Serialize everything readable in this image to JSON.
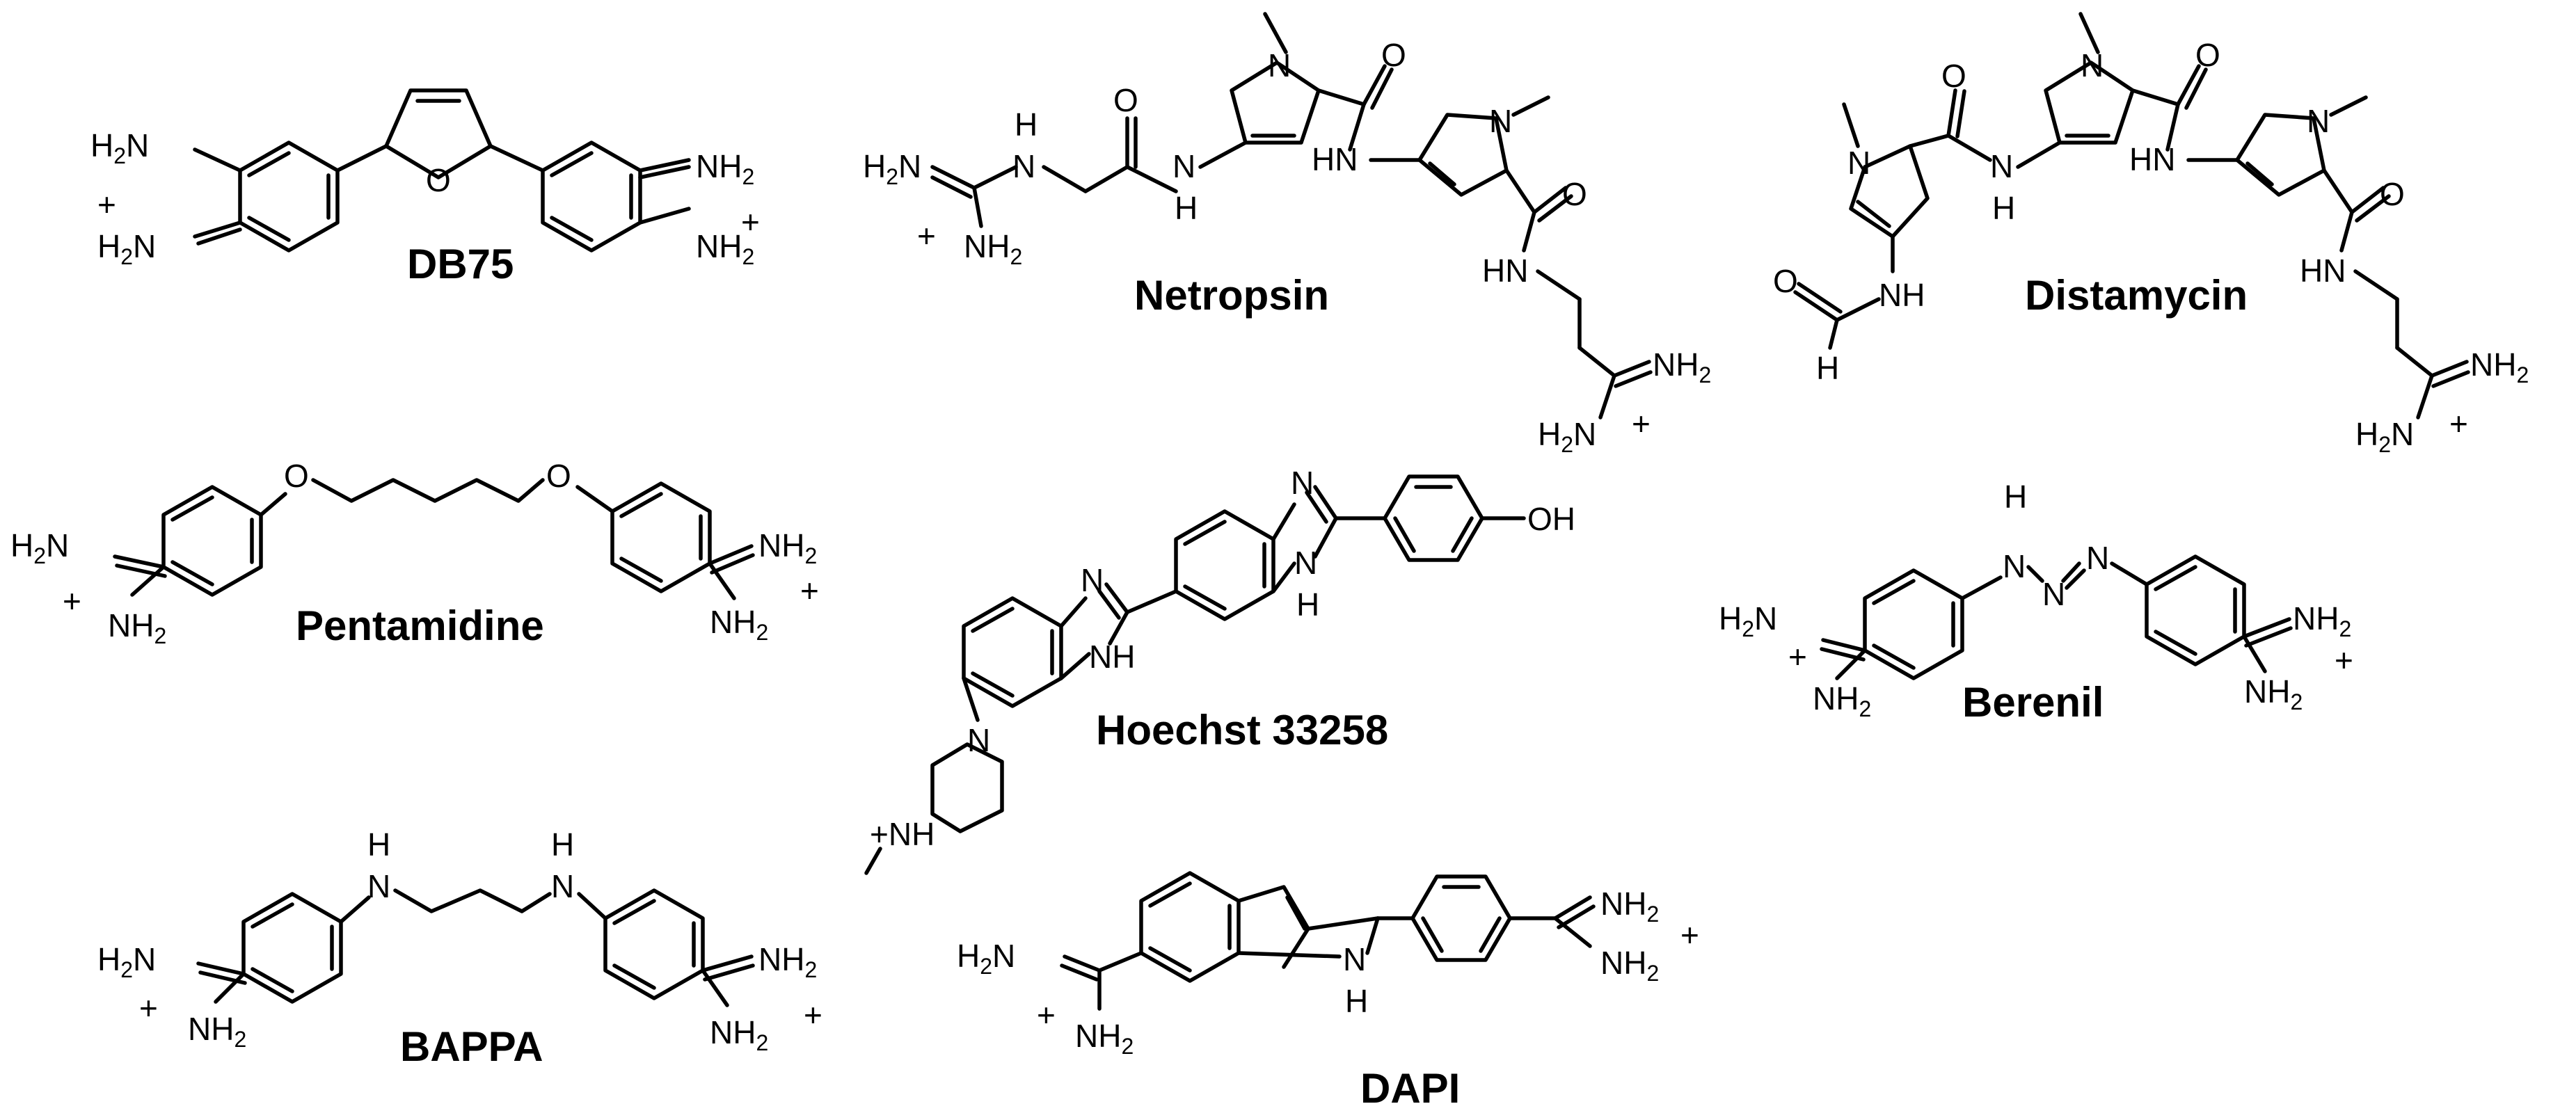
{
  "compounds": [
    {
      "id": "db75",
      "name": "DB75"
    },
    {
      "id": "netropsin",
      "name": "Netropsin"
    },
    {
      "id": "distamycin",
      "name": "Distamycin"
    },
    {
      "id": "pentamidine",
      "name": "Pentamidine"
    },
    {
      "id": "hoechst",
      "name": "Hoechst 33258"
    },
    {
      "id": "berenil",
      "name": "Berenil"
    },
    {
      "id": "bappa",
      "name": "BAPPA"
    },
    {
      "id": "dapi",
      "name": "DAPI"
    }
  ],
  "atoms": {
    "plus": "+",
    "H2N": "H2N",
    "NH2": "NH2",
    "NH": "NH",
    "HN": "HN",
    "N": "N",
    "H": "H",
    "O": "O",
    "OH": "OH",
    "NPlusH": "+NH"
  }
}
